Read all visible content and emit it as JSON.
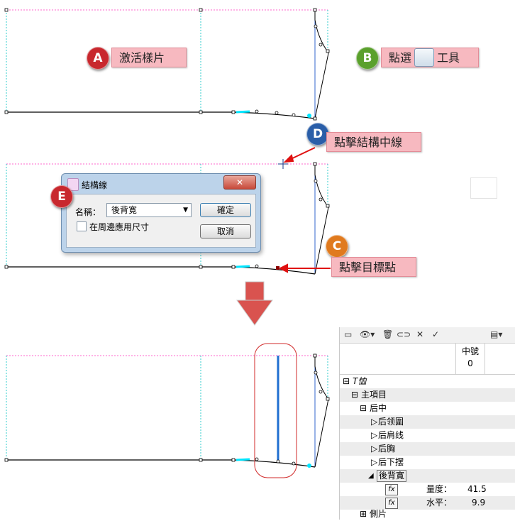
{
  "callouts": {
    "a": {
      "badge": "A",
      "text": "激活樣片",
      "color": "#c8282e"
    },
    "b": {
      "badge": "B",
      "text_before": "點選",
      "text_after": "工具",
      "color": "#5aa02c"
    },
    "c": {
      "badge": "C",
      "text": "點擊目標點",
      "color": "#e07a1e"
    },
    "d": {
      "badge": "D",
      "text": "點擊結構中線",
      "color": "#2a5ea8"
    },
    "e": {
      "badge": "E",
      "color": "#c8282e"
    }
  },
  "dialog": {
    "title": "結構線",
    "close": "✕",
    "name_label": "名稱：",
    "name_value": "後背寛",
    "checkbox_label": "在周邊應用尺寸",
    "ok": "確定",
    "cancel": "取消"
  },
  "panel": {
    "toolbar": [
      "▭",
      "👁▾",
      "🗑",
      "⊂⊃",
      "✕",
      "✓",
      "▤▾"
    ],
    "header": {
      "label": "中號",
      "value": "0"
    },
    "tree": [
      {
        "expander": "⊟",
        "label": "T恤",
        "indent": 4,
        "italic": true
      },
      {
        "expander": "⊟",
        "label": "主項目",
        "indent": 16
      },
      {
        "expander": "⊟",
        "label": "后中",
        "indent": 28
      },
      {
        "expander": "▷",
        "label": "后领圍",
        "indent": 44
      },
      {
        "expander": "▷",
        "label": "后肩线",
        "indent": 44
      },
      {
        "expander": "▷",
        "label": "后胸",
        "indent": 44
      },
      {
        "expander": "▷",
        "label": "后下摆",
        "indent": 44
      },
      {
        "expander": "◢",
        "label": "後背寛",
        "indent": 40
      }
    ],
    "measure": {
      "fx": "fx",
      "label": "量度：",
      "value": "41.5"
    },
    "horizontal": {
      "fx": "fx",
      "label": "水平：",
      "value": "9.9"
    },
    "last": {
      "expander": "⊞",
      "label": "側片"
    }
  }
}
